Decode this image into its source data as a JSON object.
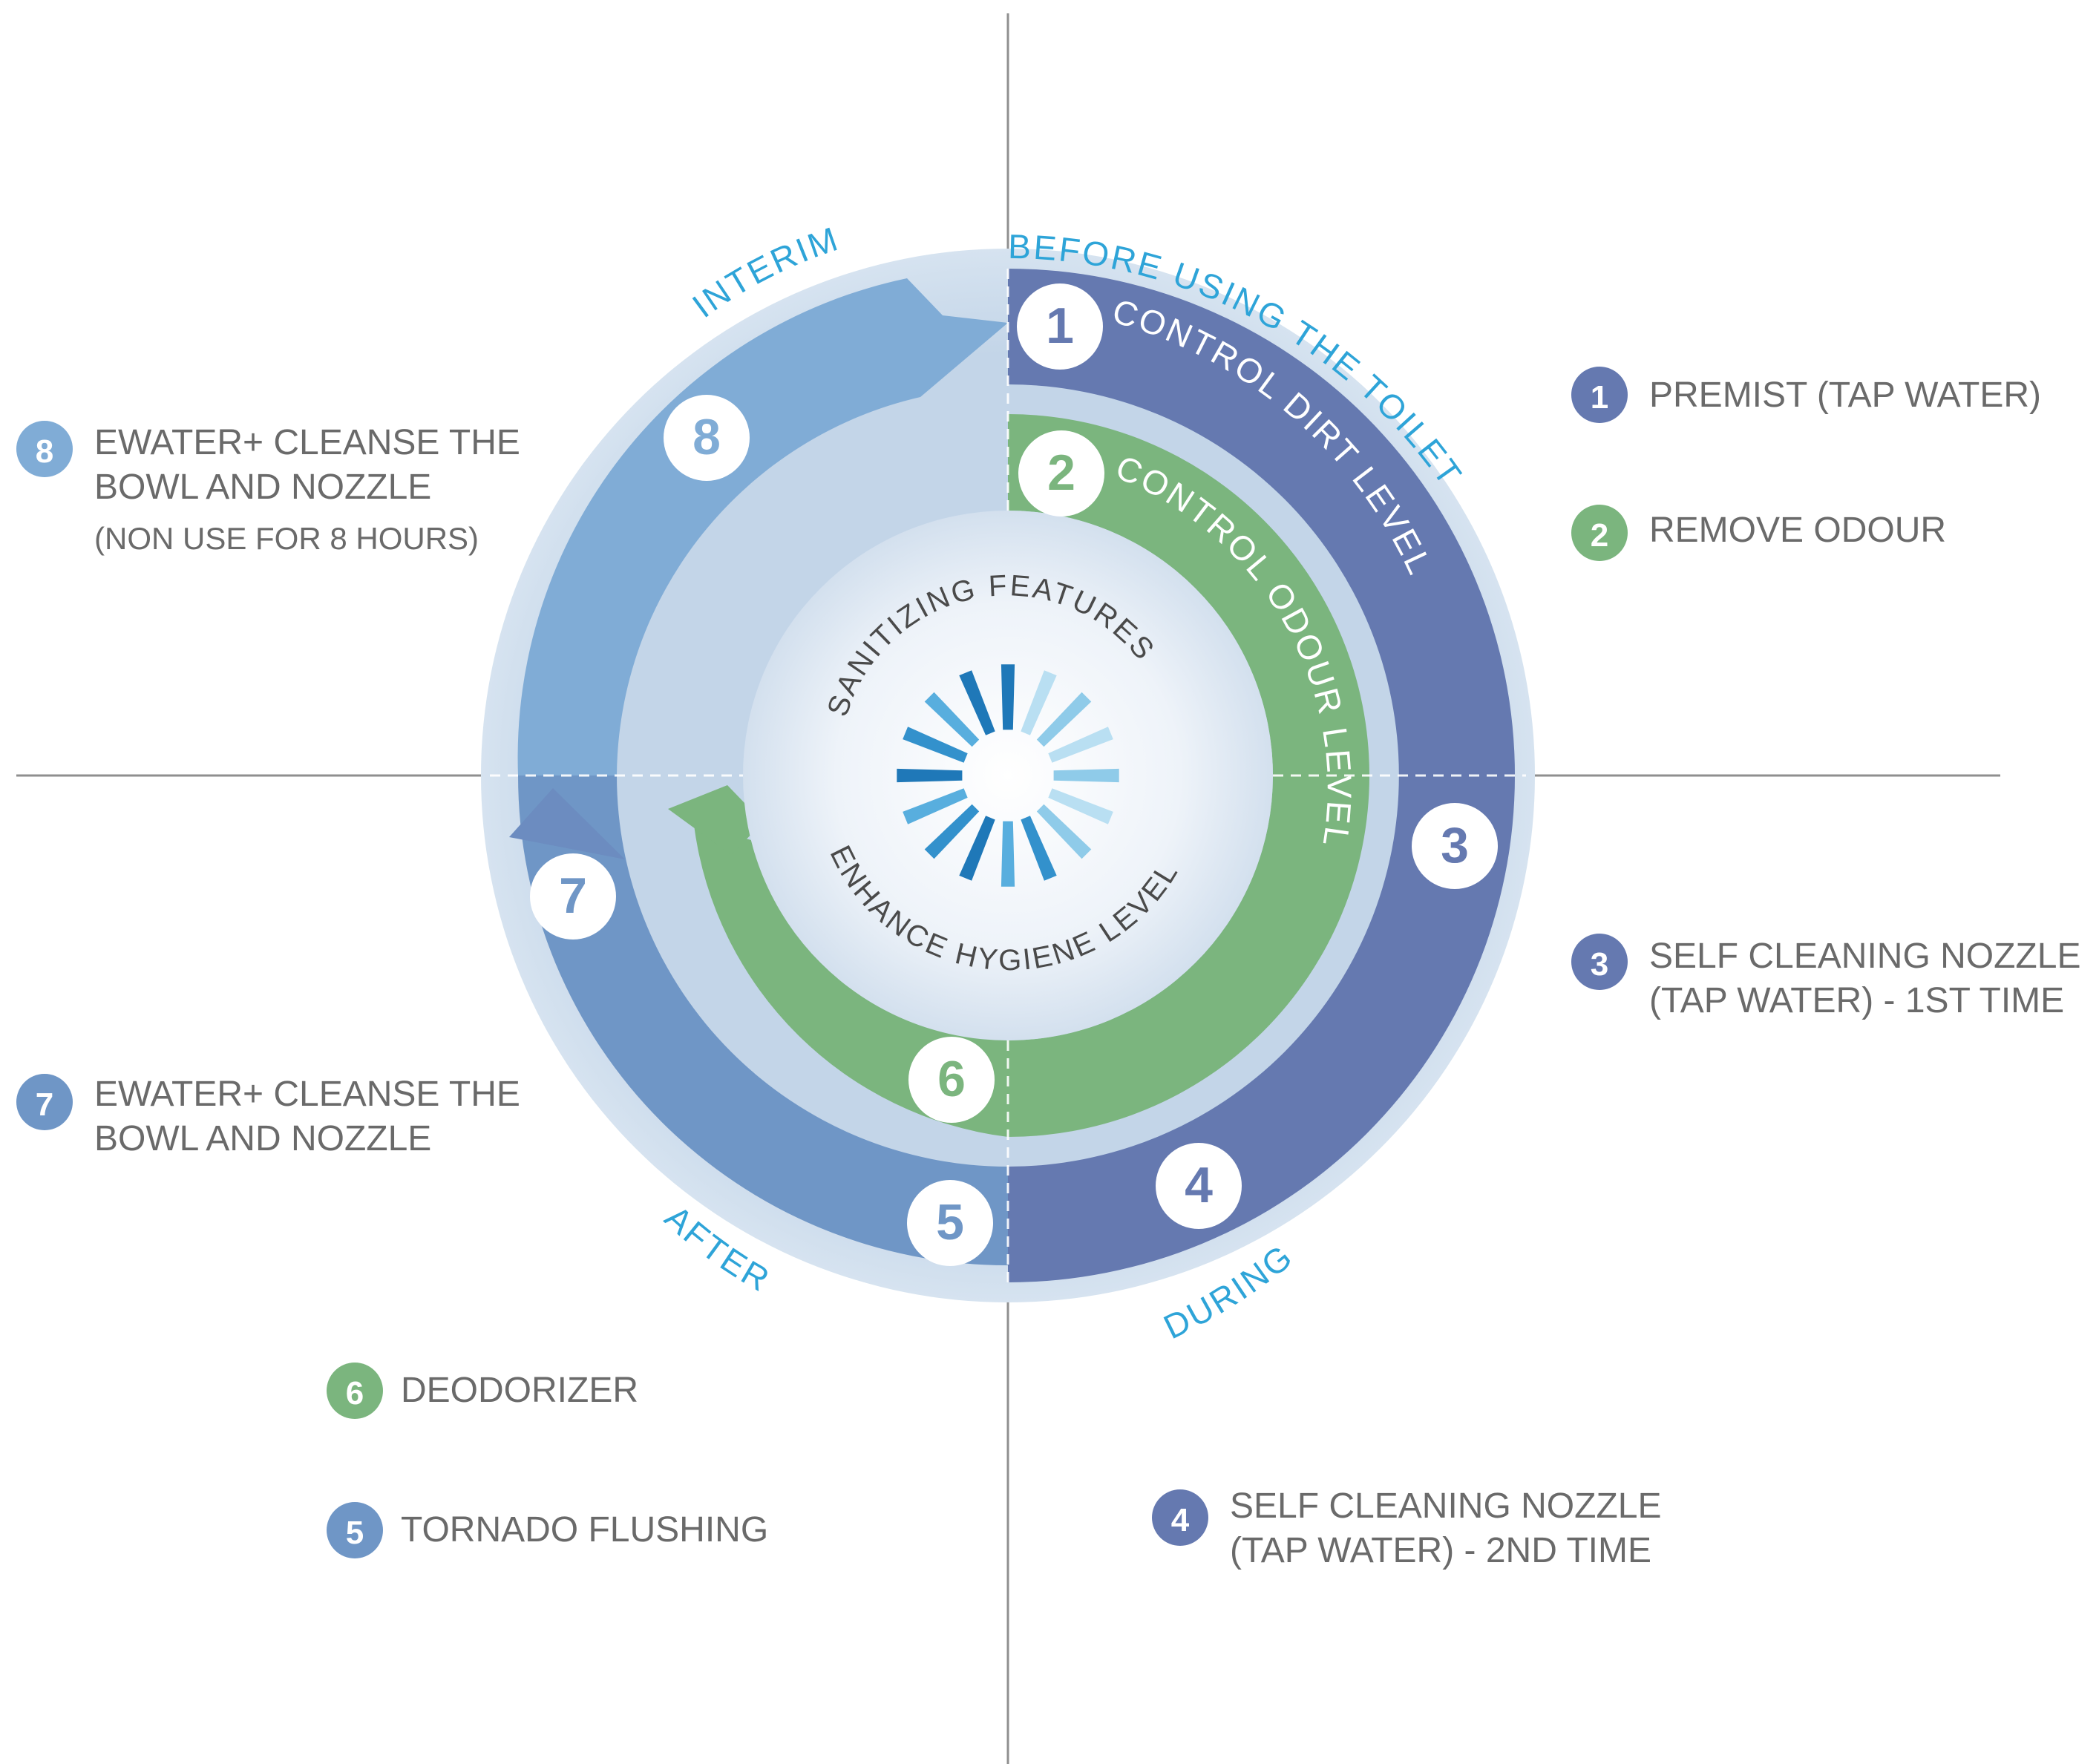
{
  "colors": {
    "dark_blue": "#6579b0",
    "mid_blue": "#6f96c6",
    "light_blue": "#80acd6",
    "green": "#7bb57e",
    "outer_ring": "#c9d9e9",
    "phase_text": "#2ea4d8",
    "text_gray": "#6a6a6a",
    "axis": "#8f8f8f"
  },
  "phases": {
    "before": "BEFORE USING THE TOILET",
    "during": "DURING",
    "after": "AFTER",
    "interim": "INTERIM"
  },
  "ring_labels": {
    "dirt": "CONTROL DIRT LEVEL",
    "odour": "CONTROL ODOUR LEVEL",
    "center_top": "SANITIZING FEATURES",
    "center_bottom": "ENHANCE HYGIENE LEVEL"
  },
  "steps": [
    {
      "num": "1",
      "text": [
        "PREMIST (TAP WATER)"
      ]
    },
    {
      "num": "2",
      "text": [
        "REMOVE ODOUR"
      ]
    },
    {
      "num": "3",
      "text": [
        "SELF CLEANING NOZZLE",
        "(TAP WATER) - 1ST TIME"
      ]
    },
    {
      "num": "4",
      "text": [
        "SELF CLEANING NOZZLE",
        "(TAP WATER) - 2ND TIME"
      ]
    },
    {
      "num": "5",
      "text": [
        "TORNADO FLUSHING"
      ]
    },
    {
      "num": "6",
      "text": [
        "DEODORIZER"
      ]
    },
    {
      "num": "7",
      "text": [
        "EWATER+ CLEANSE THE",
        "BOWL AND NOZZLE"
      ]
    },
    {
      "num": "8",
      "text": [
        "EWATER+ CLEANSE THE",
        "BOWL AND NOZZLE",
        "(NON USE FOR 8 HOURS)"
      ]
    }
  ],
  "icon": "sanitizing-sunburst-icon"
}
